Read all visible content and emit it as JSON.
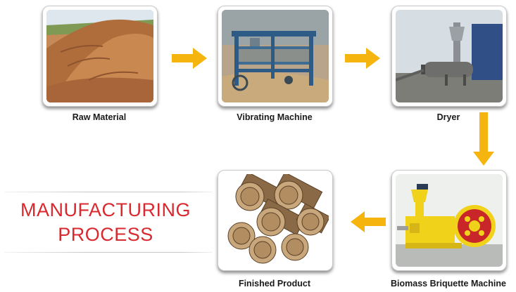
{
  "diagram": {
    "steps": [
      {
        "label": "Raw Material",
        "icon": "raw-material-image"
      },
      {
        "label": "Vibrating Machine",
        "icon": "vibrating-machine-image"
      },
      {
        "label": "Dryer",
        "icon": "dryer-image"
      },
      {
        "label": "Biomass Briquette Machine",
        "icon": "briquette-machine-image"
      },
      {
        "label": "Finished Product",
        "icon": "finished-product-image"
      }
    ],
    "title_line1": "MANUFACTURING",
    "title_line2": "PROCESS",
    "colors": {
      "arrow": "#f6b50e",
      "title": "#d8292f"
    }
  }
}
